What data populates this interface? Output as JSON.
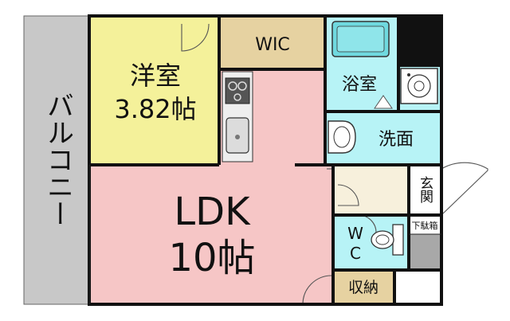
{
  "colors": {
    "balcony": "#c8c8c8",
    "western_room": "#f4f19a",
    "wic": "#e6d2a1",
    "ldk": "#f6c6c6",
    "wet_area": "#b7f3f6",
    "entrance": "#f7f0dc",
    "storage": "#e6d2a1",
    "shoe_box": "#a8a8a8",
    "shaft": "#111111",
    "wall": "#111111"
  },
  "rooms": {
    "balcony": "バルコニー",
    "western_room": {
      "name": "洋室",
      "size": "3.82帖"
    },
    "wic": "WIC",
    "ldk": {
      "name": "LDK",
      "size": "10帖"
    },
    "bath": "浴室",
    "washroom": "洗面",
    "entrance": "玄関",
    "shoe_box": "下駄箱",
    "wc_line1": "W",
    "wc_line2": "C",
    "storage": "収納"
  },
  "icons": [
    "kitchen-stove-icon",
    "kitchen-sink-icon",
    "bathtub-icon",
    "washing-machine-icon",
    "wash-basin-icon",
    "toilet-icon",
    "door-swing-icon"
  ]
}
